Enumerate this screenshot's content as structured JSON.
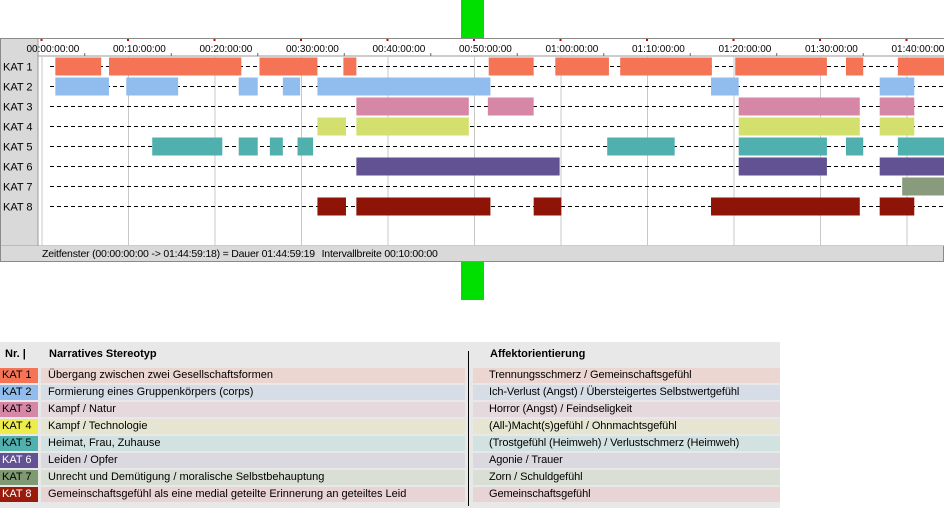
{
  "timeline": {
    "categories": [
      "KAT 1",
      "KAT 2",
      "KAT 3",
      "KAT 4",
      "KAT 5",
      "KAT 6",
      "KAT 7",
      "KAT 8"
    ],
    "colors": [
      "#f57456",
      "#90bdee",
      "#d687a6",
      "#d3e06e",
      "#4fb0ae",
      "#625293",
      "#889c7d",
      "#8e1408"
    ],
    "ticks": [
      "00:00:00:00",
      "00:10:00:00",
      "00:20:00:00",
      "00:30:00:00",
      "00:40:00:00",
      "00:50:00:00",
      "01:00:00:00",
      "01:10:00:00",
      "01:20:00:00",
      "01:30:00:00",
      "01:40:00:00"
    ],
    "tick_minutes": [
      0,
      10,
      20,
      30,
      40,
      50,
      60,
      70,
      80,
      90,
      100
    ],
    "window_minutes": [
      0,
      105
    ],
    "segments": [
      [
        [
          1.6,
          6.9
        ],
        [
          7.8,
          23.1
        ],
        [
          25.2,
          31.9
        ],
        [
          34.9,
          36.4
        ],
        [
          51.7,
          56.9
        ],
        [
          59.4,
          65.6
        ],
        [
          66.9,
          77.5
        ],
        [
          80.2,
          90.8
        ],
        [
          93.0,
          95.0
        ],
        [
          99.0,
          105
        ]
      ],
      [
        [
          1.6,
          7.8
        ],
        [
          9.8,
          15.8
        ],
        [
          22.8,
          25.0
        ],
        [
          27.9,
          29.9
        ],
        [
          31.9,
          51.9
        ],
        [
          77.4,
          80.6
        ],
        [
          96.9,
          100.9
        ]
      ],
      [
        [
          36.4,
          49.4
        ],
        [
          51.6,
          56.9
        ],
        [
          80.6,
          94.6
        ],
        [
          96.9,
          100.9
        ]
      ],
      [
        [
          31.9,
          35.2
        ],
        [
          36.4,
          49.4
        ],
        [
          80.6,
          94.6
        ],
        [
          96.9,
          100.9
        ]
      ],
      [
        [
          12.8,
          20.9
        ],
        [
          22.8,
          25.0
        ],
        [
          26.4,
          27.9
        ],
        [
          29.6,
          31.4
        ],
        [
          65.4,
          73.2
        ],
        [
          80.6,
          90.8
        ],
        [
          93.0,
          95.0
        ],
        [
          99.0,
          105
        ]
      ],
      [
        [
          36.4,
          59.9
        ],
        [
          80.6,
          90.8
        ],
        [
          96.9,
          105
        ]
      ],
      [
        [
          99.5,
          105
        ]
      ],
      [
        [
          31.9,
          35.2
        ],
        [
          36.4,
          51.9
        ],
        [
          56.9,
          60.1
        ],
        [
          77.4,
          94.6
        ],
        [
          96.9,
          100.9
        ]
      ]
    ],
    "status": {
      "window": "Zeitfenster (00:00:00:00 -> 01:44:59:18) = Dauer 01:44:59:19",
      "interval": "Intervallbreite 00:10:00:00"
    }
  },
  "legend": {
    "header": {
      "nr": "Nr. |",
      "stereotype": "Narratives Stereotyp",
      "affect": "Affektorientierung"
    },
    "rows": [
      {
        "code": "KAT 1",
        "color": "#f57456",
        "bg": "#ebd6d2",
        "desc": "Übergang zwischen zwei Gesellschaftsformen",
        "affect": "Trennungsschmerz / Gemeinschaftsgefühl"
      },
      {
        "code": "KAT 2",
        "color": "#90bdee",
        "bg": "#d6dde6",
        "desc": "Formierung eines Gruppenkörpers (corps)",
        "affect": "Ich-Verlust (Angst) / Übersteigertes Selbstwertgefühl"
      },
      {
        "code": "KAT 3",
        "color": "#d687a6",
        "bg": "#e6d9de",
        "desc": "Kampf / Natur",
        "affect": "Horror (Angst) / Feindseligkeit"
      },
      {
        "code": "KAT 4",
        "color": "#ecec4a",
        "bg": "#e5e5d1",
        "desc": "Kampf / Technologie",
        "affect": "(All-)Macht(s)gefühl / Ohnmachtsgefühl"
      },
      {
        "code": "KAT 5",
        "color": "#4fb0ae",
        "bg": "#d2e2e1",
        "desc": "Heimat, Frau, Zuhause",
        "affect": "(Trostgefühl (Heimweh) / Verlustschmerz (Heimweh)"
      },
      {
        "code": "KAT 6",
        "color": "#625293",
        "bg": "#dbd8e0",
        "desc": "Leiden / Opfer",
        "affect": "Agonie / Trauer"
      },
      {
        "code": "KAT 7",
        "color": "#7f9a72",
        "bg": "#dadfd6",
        "desc": "Unrecht und Demütigung / moralische Selbstbehauptung",
        "affect": "Zorn / Schuldgefühl"
      },
      {
        "code": "KAT 8",
        "color": "#9a1b0c",
        "bg": "#e8d4d4",
        "desc": "Gemeinschaftsgefühl als eine medial geteilte Erinnerung an geteiltes Leid",
        "affect": "Gemeinschaftsgefühl"
      }
    ]
  }
}
